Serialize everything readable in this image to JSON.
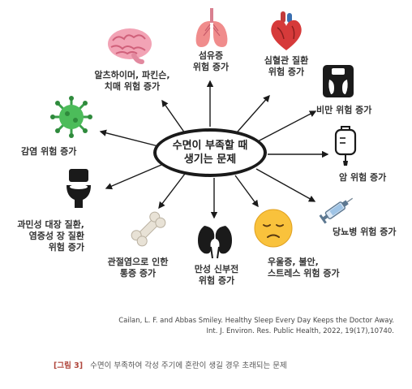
{
  "center": {
    "line1": "수면이 부족할 때",
    "line2": "생기는 문제"
  },
  "items": {
    "dementia": {
      "line1": "알츠하이머, 파킨슨,",
      "line2": "치매 위험 증가",
      "icon": "brain-icon"
    },
    "fibromyalgia": {
      "line1": "섬유증",
      "line2": "위험 증가",
      "icon": "lungs-icon"
    },
    "cardio": {
      "line1": "심혈관 질환",
      "line2": "위험 증가",
      "icon": "heart-icon"
    },
    "obesity": {
      "line1": "비만 위험 증가",
      "icon": "scale-icon"
    },
    "cancer": {
      "line1": "암 위험 증가",
      "icon": "iv-bag-icon"
    },
    "diabetes": {
      "line1": "당뇨병 위험 증가",
      "icon": "syringe-icon"
    },
    "depression": {
      "line1": "우울증, 불안,",
      "line2": "스트레스 위험 증가",
      "icon": "sad-face-icon"
    },
    "kidney": {
      "line1": "만성 신부전",
      "line2": "위험 증가",
      "icon": "kidneys-icon"
    },
    "arthritis": {
      "line1": "관절염으로 인한",
      "line2": "통증 증가",
      "icon": "bone-icon"
    },
    "bowel": {
      "line1": "과민성 대장 질환,",
      "line2": "염증성 장 질환",
      "line3": "위험 증가",
      "icon": "toilet-icon"
    },
    "infection": {
      "line1": "감염 위험 증가",
      "icon": "virus-icon"
    }
  },
  "citation": {
    "line1": "Cailan, L. F. and Abbas Smiley. Healthy Sleep Every Day Keeps the Doctor Away.",
    "line2": "Int. J. Environ. Res. Public Health, 2022, 19(17),10740."
  },
  "caption": {
    "tag": "[그림 3]",
    "text": "수면이 부족하여 각성 주기에 혼란이 생길 경우 초래되는 문제"
  }
}
